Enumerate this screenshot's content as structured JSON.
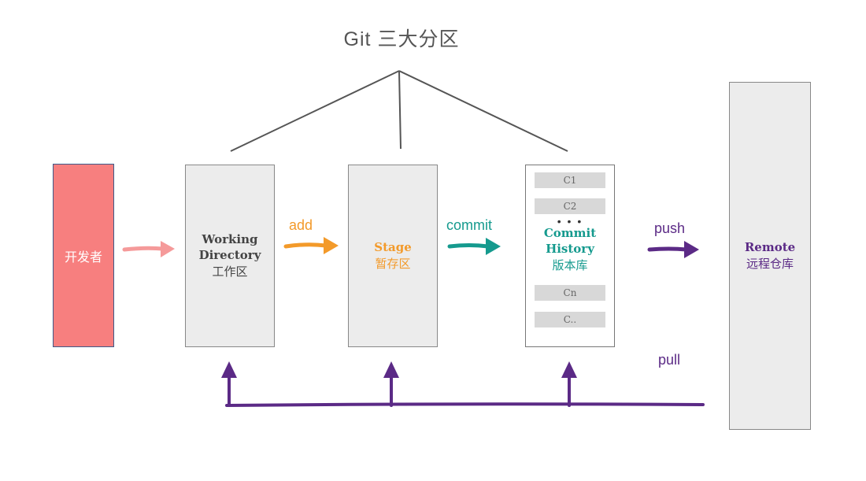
{
  "title": "Git 三大分区",
  "developer": {
    "label": "开发者"
  },
  "working": {
    "en_line1": "Working",
    "en_line2": "Directory",
    "zh": "工作区"
  },
  "stage": {
    "en": "Stage",
    "zh": "暂存区"
  },
  "history": {
    "en_line1": "Commit",
    "en_line2": "History",
    "zh": "版本库",
    "commits_top": [
      "C1",
      "C2"
    ],
    "ellipsis": "• • •",
    "commits_bottom": [
      "Cn",
      "C.."
    ]
  },
  "remote": {
    "en": "Remote",
    "zh": "远程仓库"
  },
  "arrows": {
    "add": "add",
    "commit": "commit",
    "push": "push",
    "pull": "pull"
  },
  "colors": {
    "developer": "#f77f7f",
    "add": "#f39a2a",
    "commit": "#159a8e",
    "remote": "#5b2a86",
    "box_fill": "#ececec"
  }
}
